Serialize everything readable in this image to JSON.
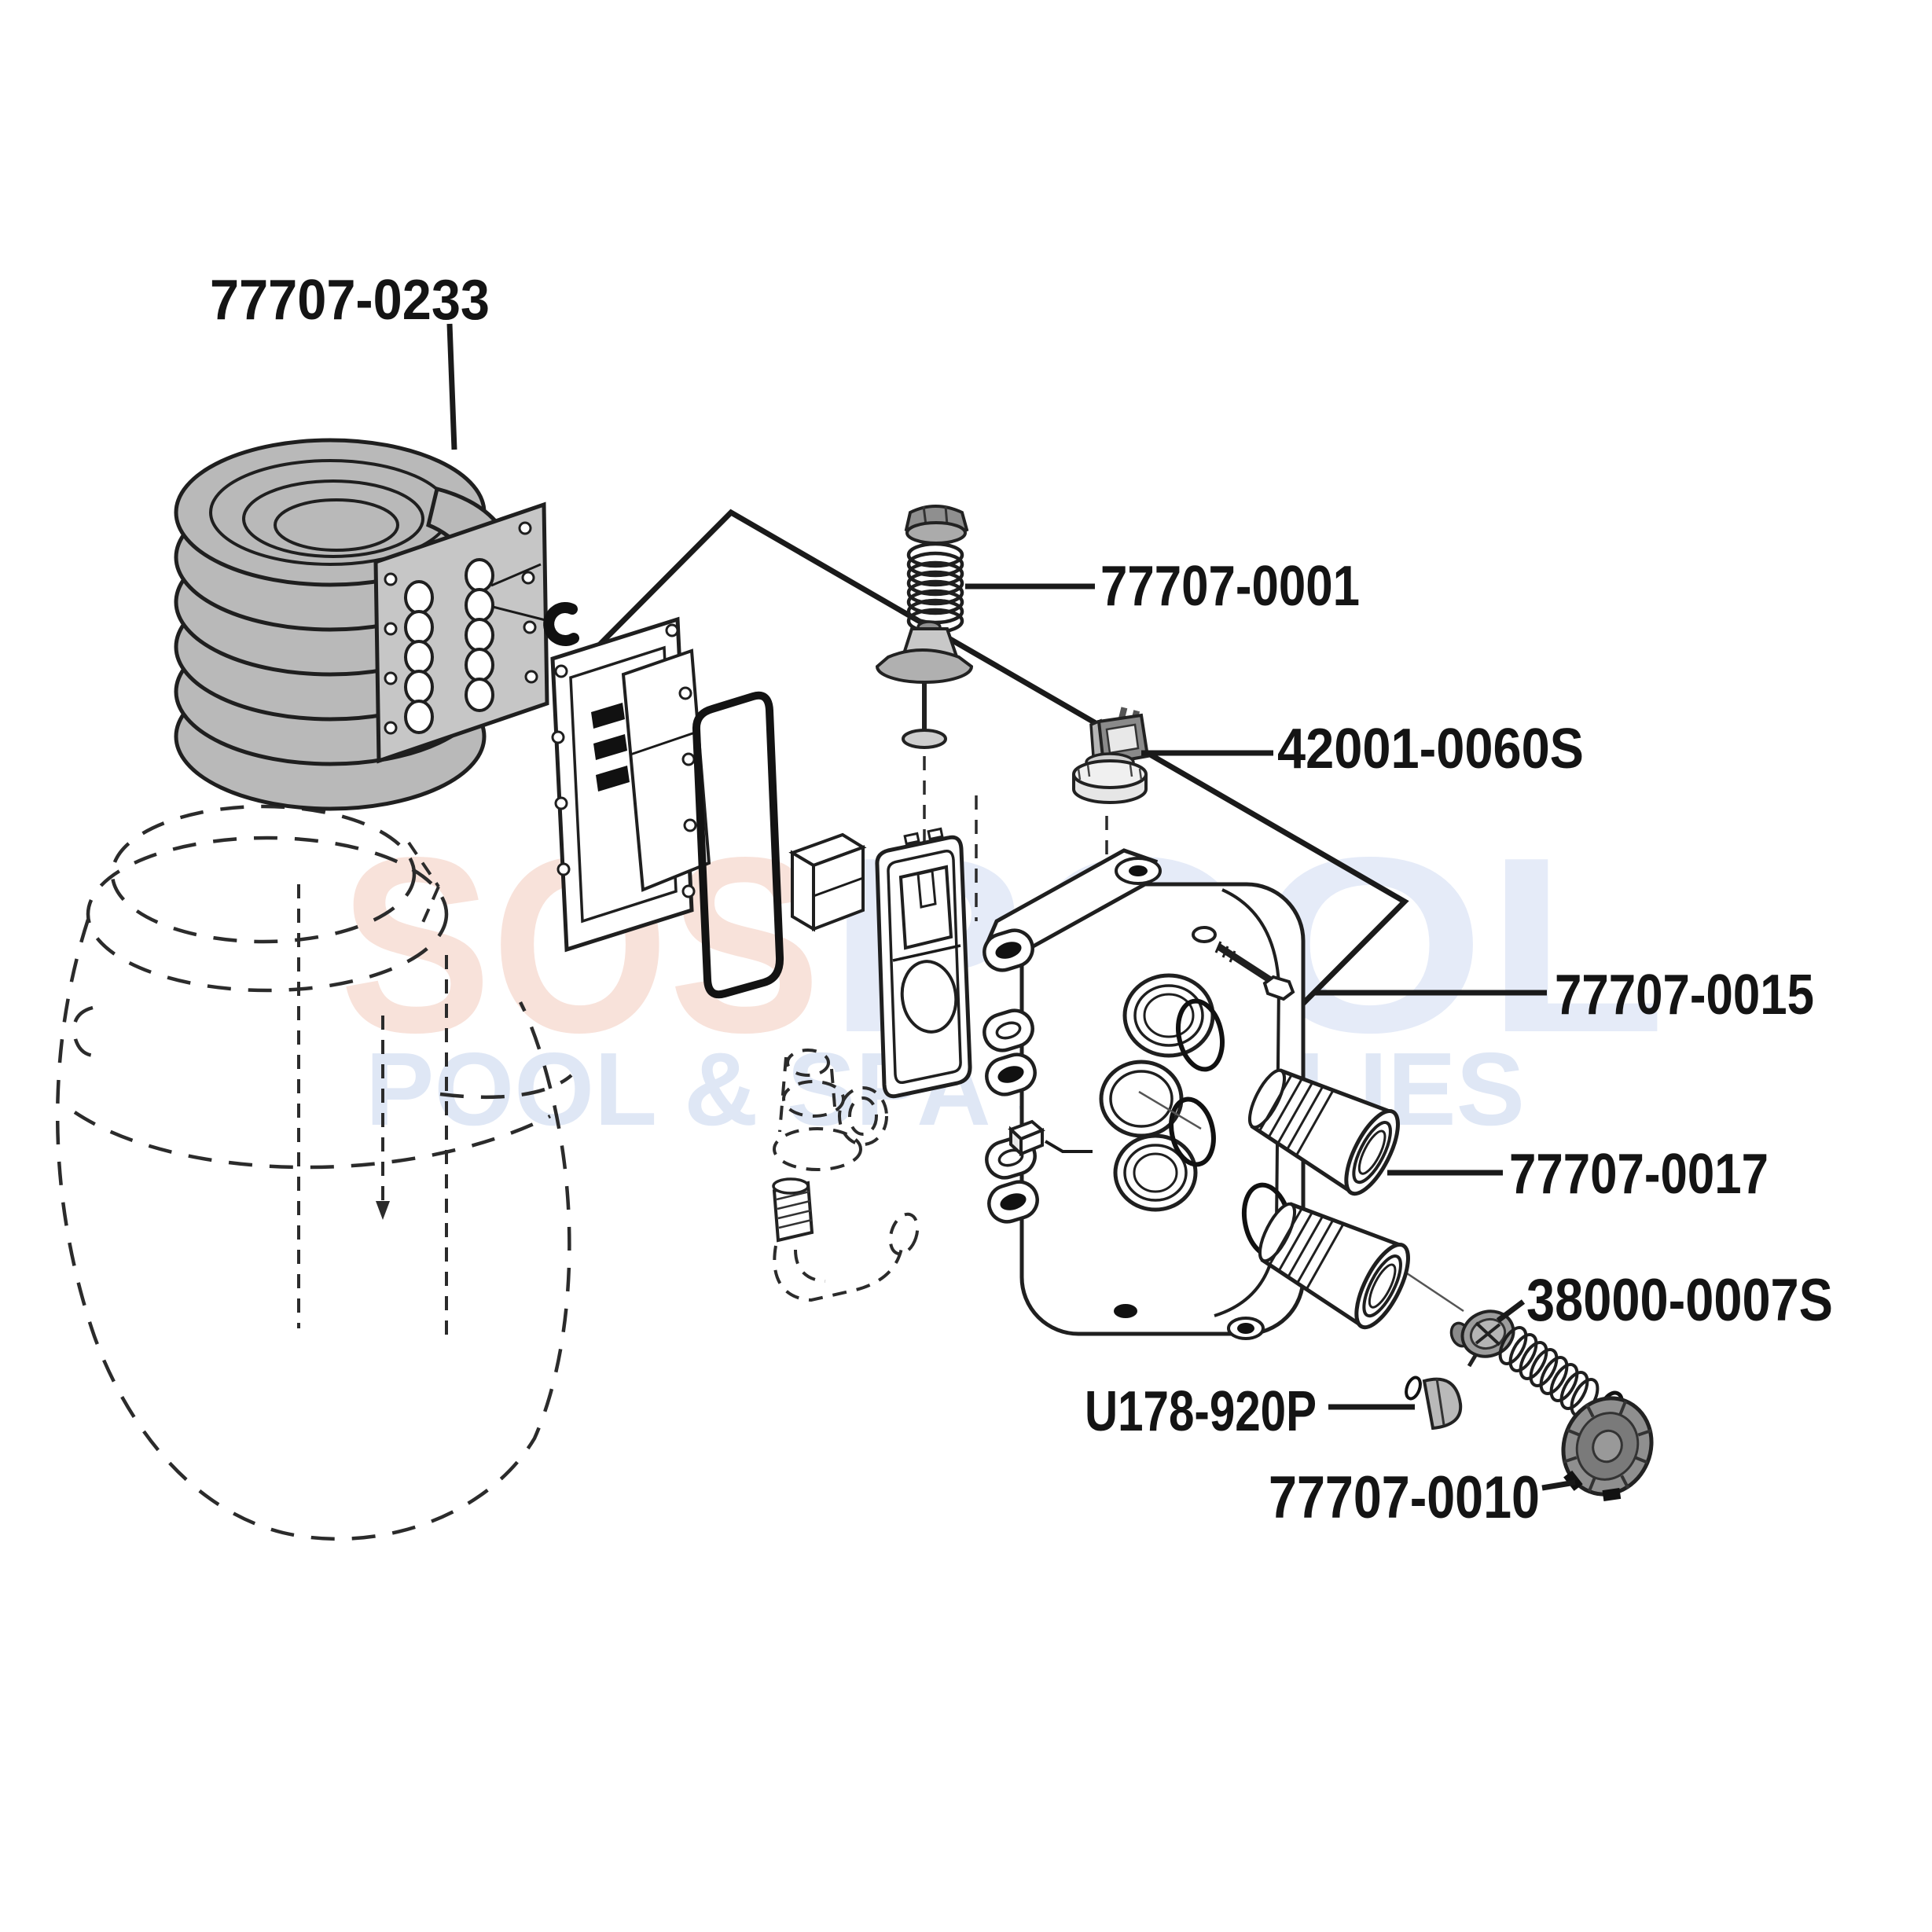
{
  "diagram": {
    "type": "exploded-parts-diagram",
    "subject": "pool heater header / heat exchanger assembly",
    "background": "#ffffff"
  },
  "watermark": {
    "big_left": "SOS",
    "big_right": "POOL",
    "tagline": "POOL & SPA SUPPLIES",
    "pink": "#f8e2da",
    "blue": "#e5ebf8",
    "tagline_blue": "#dfe7f5"
  },
  "colors": {
    "line": "#1a1a1a",
    "coil_gray": "#b9b9b9",
    "plate_gray": "#c6c6c6",
    "part_gray": "#9c9c9c",
    "cap_dark": "#8a8a8a"
  },
  "labels": [
    {
      "part": "heat-exchanger-coil",
      "text": "77707-0233"
    },
    {
      "part": "bypass-spring",
      "text": "77707-0001"
    },
    {
      "part": "gas-valve-switch",
      "text": "42001-0060S"
    },
    {
      "part": "header-manifold",
      "text": "77707-0015"
    },
    {
      "part": "pipe-adapter",
      "text": "77707-0017"
    },
    {
      "part": "thermal-regulator",
      "text": "38000-0007S"
    },
    {
      "part": "drain-plug",
      "text": "U178-920P"
    },
    {
      "part": "bypass-cap",
      "text": "77707-0010"
    }
  ]
}
